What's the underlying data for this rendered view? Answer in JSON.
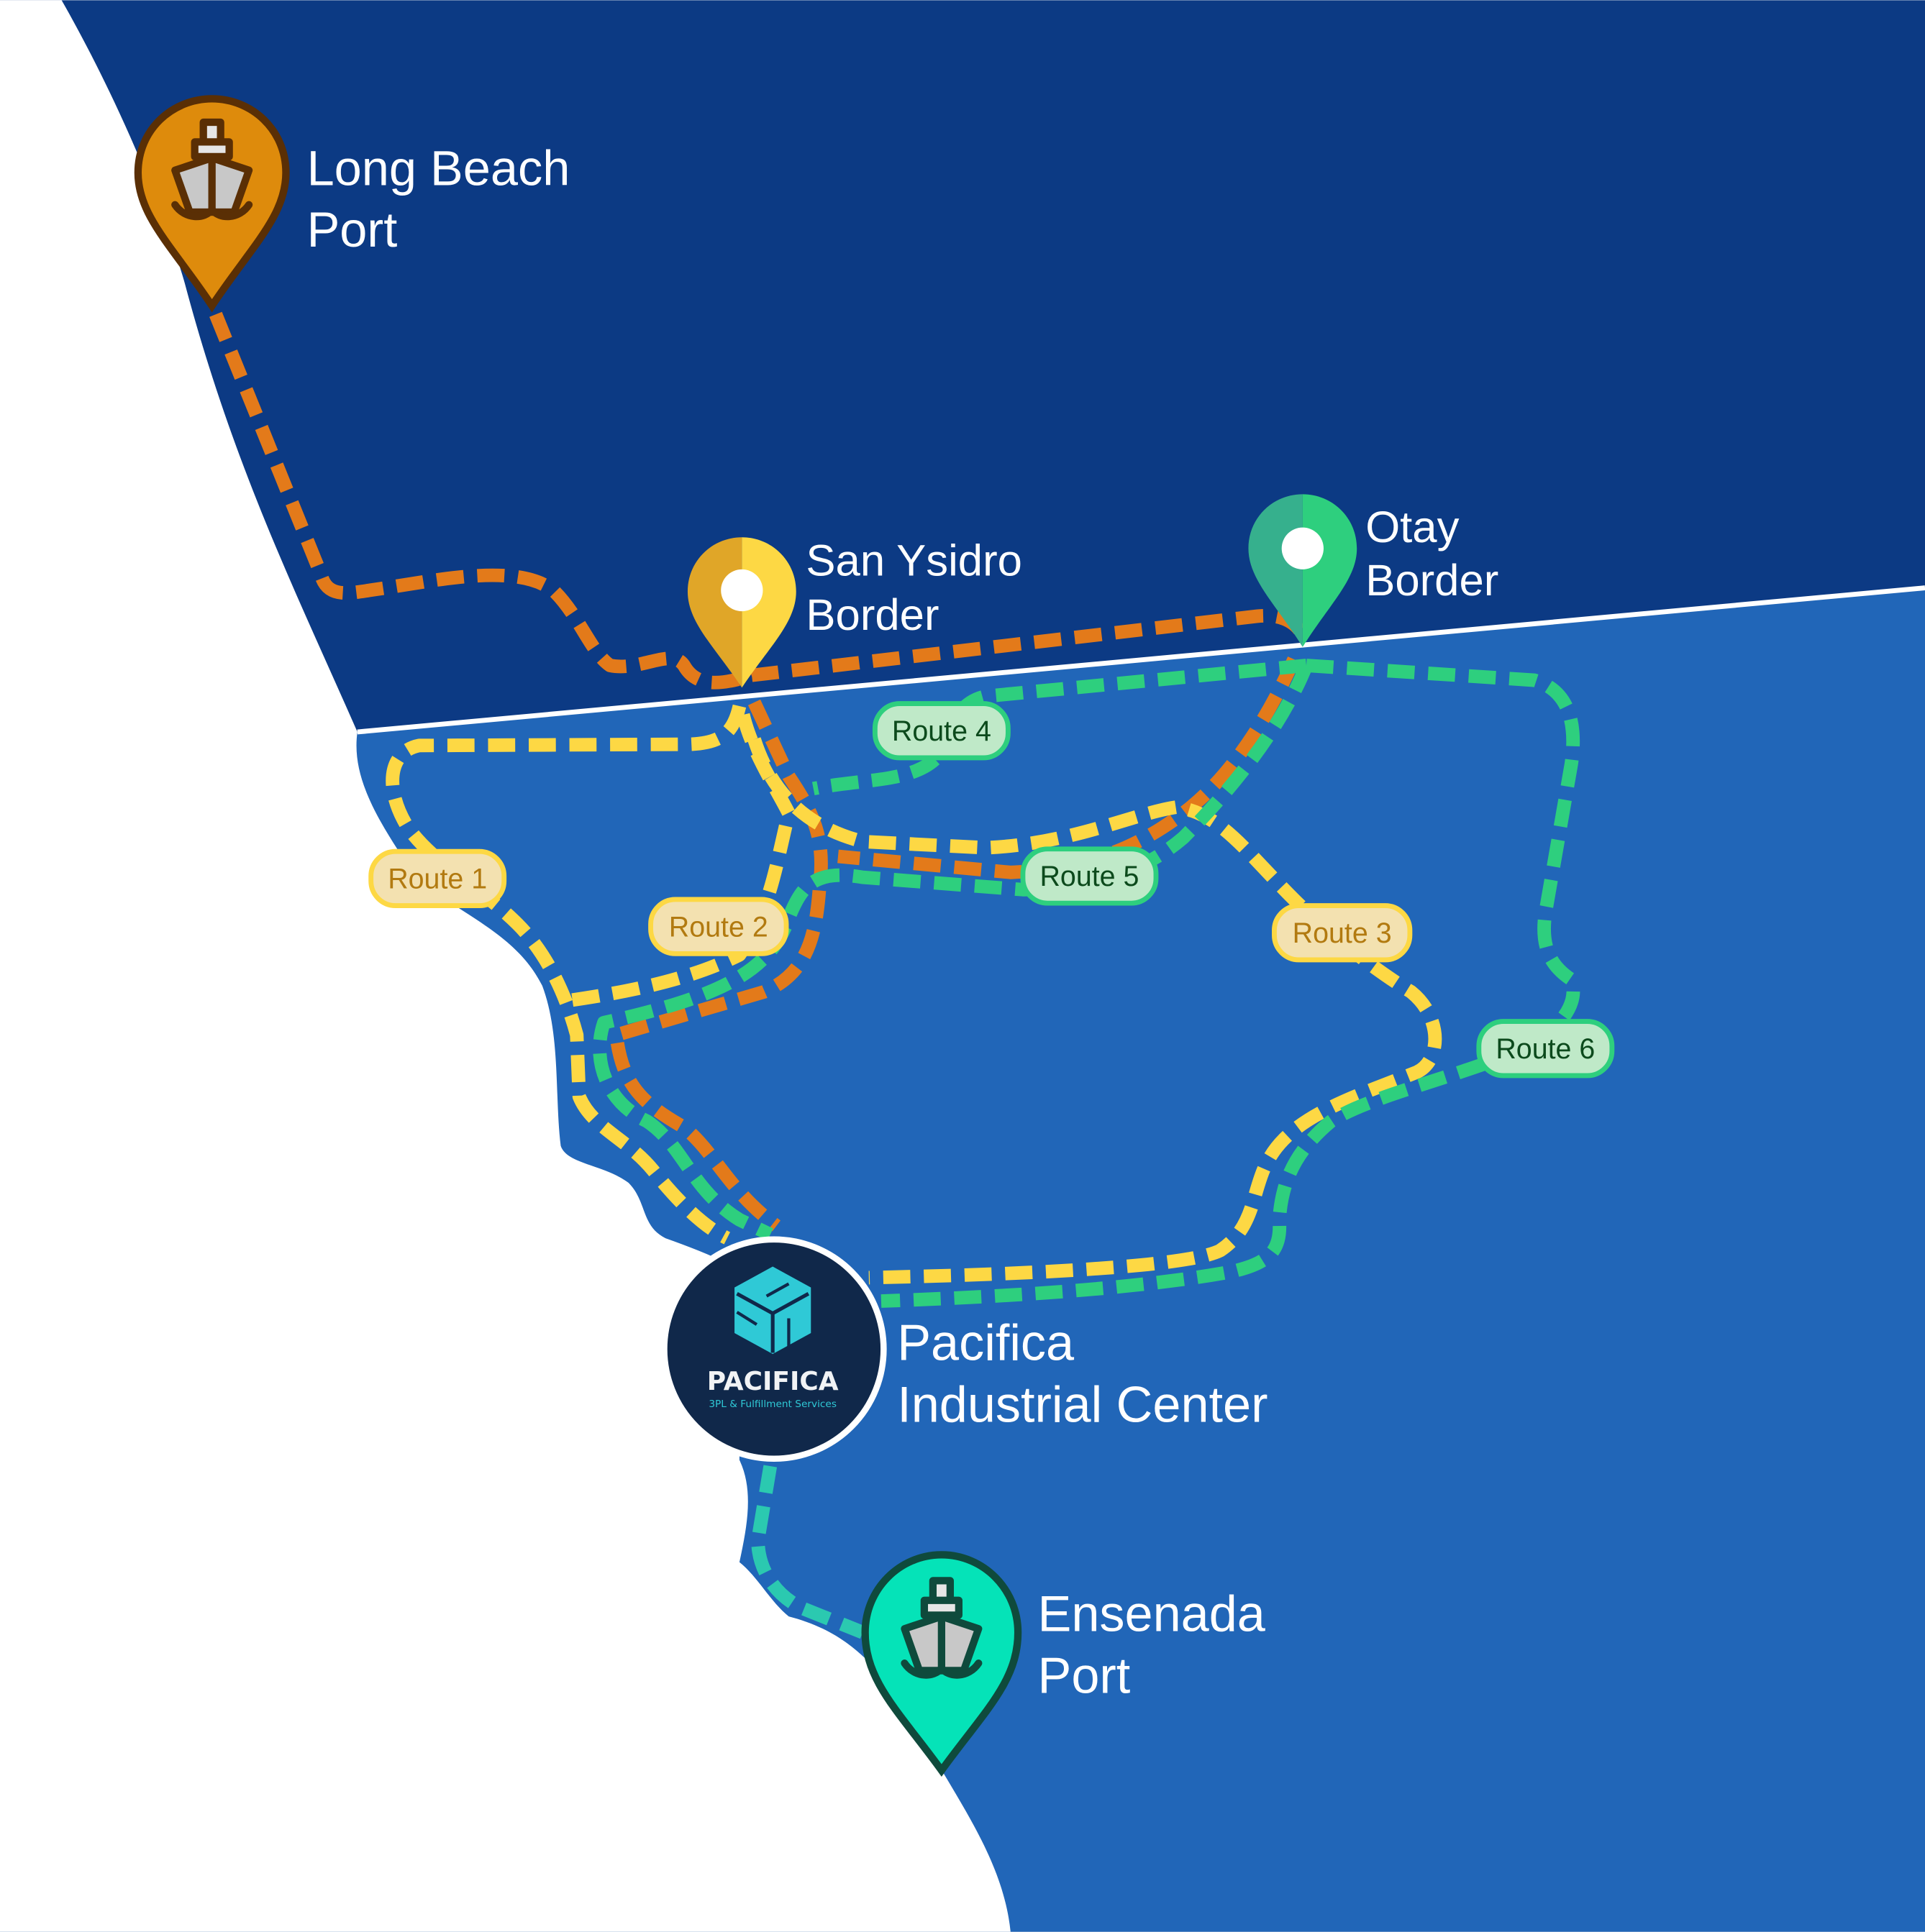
{
  "colors": {
    "north_region": "#0c3a84",
    "south_region": "#2166b8",
    "ocean": "#ffffff",
    "route_orange": "#e37a1a",
    "route_yellow": "#fdd844",
    "route_green": "#2ecf7e",
    "route_teal": "#2bc9b0"
  },
  "locations": {
    "long_beach": {
      "line1": "Long Beach",
      "line2": "Port",
      "icon": "ship-icon"
    },
    "san_ysidro": {
      "line1": "San Ysidro",
      "line2": "Border",
      "icon": "map-pin-icon"
    },
    "otay": {
      "line1": "Otay",
      "line2": "Border",
      "icon": "map-pin-icon"
    },
    "pacifica": {
      "line1": "Pacifica",
      "line2": "Industrial Center",
      "logo_name": "PACIFICA",
      "logo_tagline": "3PL & Fulfillment Services"
    },
    "ensenada": {
      "line1": "Ensenada",
      "line2": "Port",
      "icon": "ship-icon"
    }
  },
  "routes": [
    {
      "label": "Route 1"
    },
    {
      "label": "Route 2"
    },
    {
      "label": "Route 3"
    },
    {
      "label": "Route 4"
    },
    {
      "label": "Route 5"
    },
    {
      "label": "Route 6"
    }
  ]
}
